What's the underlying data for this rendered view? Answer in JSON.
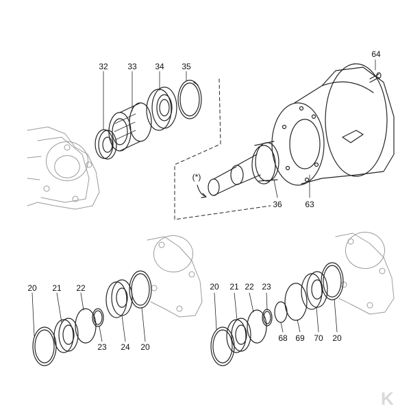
{
  "diagram": {
    "callouts": {
      "c32": "32",
      "c33": "33",
      "c34": "34",
      "c35": "35",
      "c64": "64",
      "c36": "36",
      "c63": "63",
      "l20a": "20",
      "l21": "21",
      "l22": "22",
      "l23": "23",
      "l24": "24",
      "l20b": "20",
      "r20a": "20",
      "r21": "21",
      "r22": "22",
      "r23": "23",
      "r68": "68",
      "r69": "69",
      "r70": "70",
      "r20b": "20"
    },
    "note_symbol": "(*)",
    "logo_text": "K"
  }
}
